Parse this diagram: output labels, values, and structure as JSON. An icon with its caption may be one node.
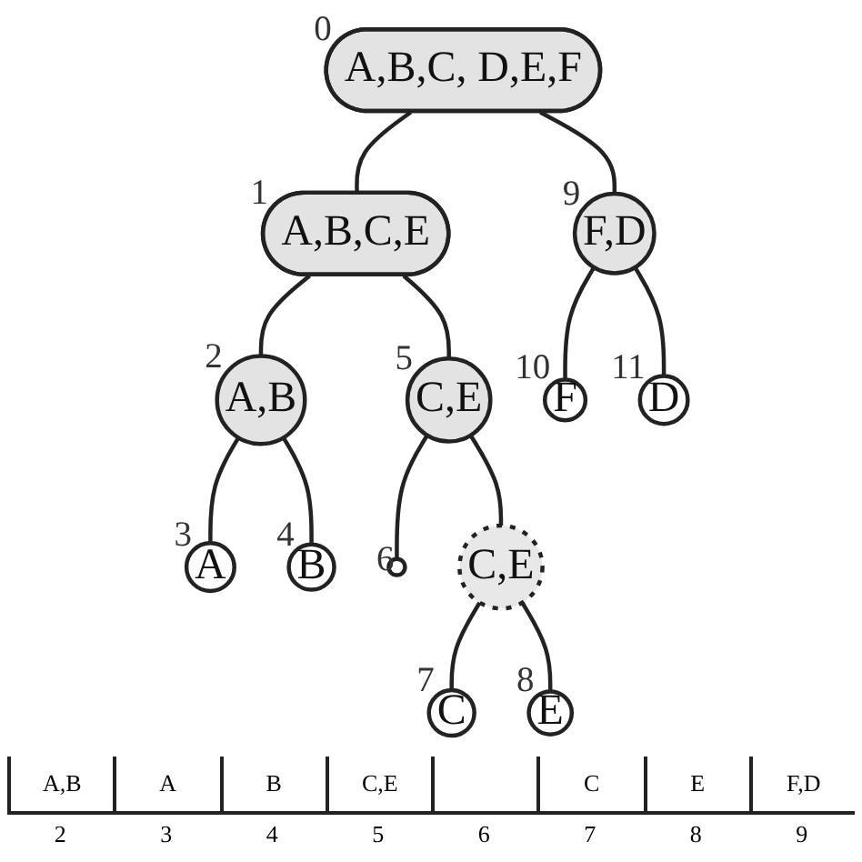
{
  "diagram": {
    "nodes": [
      {
        "text": [
          "A,B,C, D,E,F"
        ],
        "beside": [
          "0"
        ]
      },
      {
        "text": [
          "A,B,C,E"
        ],
        "beside": [
          "1"
        ]
      },
      {
        "text": [
          "A,B"
        ],
        "beside": [
          "2"
        ]
      },
      {
        "text": [
          "A"
        ],
        "beside": [
          "3"
        ]
      },
      {
        "text": [
          "B"
        ],
        "beside": [
          "4"
        ]
      },
      {
        "text": [
          "C,E"
        ],
        "beside": [
          "5"
        ]
      },
      {
        "text": [],
        "shape": "circle",
        "beside": [
          "6"
        ]
      },
      {
        "text": [
          "C,E"
        ]
      },
      {
        "text": [
          "C"
        ],
        "beside": [
          "7"
        ]
      },
      {
        "text": [
          "E"
        ],
        "beside": [
          "8"
        ]
      },
      {
        "text": [
          "F,D"
        ],
        "beside": [
          "9"
        ]
      },
      {
        "text": [
          "F"
        ],
        "beside": [
          "10"
        ]
      },
      {
        "text": [
          "D"
        ],
        "beside": [
          "11"
        ]
      }
    ],
    "edges": [
      {
        "from": 0,
        "to": 1,
        "arrow": "none"
      },
      {
        "from": 0,
        "to": 10,
        "arrow": "none"
      },
      {
        "from": 1,
        "to": 2,
        "arrow": "none"
      },
      {
        "from": 1,
        "to": 5,
        "arrow": "none"
      },
      {
        "from": 2,
        "to": 3,
        "arrow": "none"
      },
      {
        "from": 2,
        "to": 4,
        "arrow": "none"
      },
      {
        "from": 5,
        "to": 6,
        "arrow": "none"
      },
      {
        "from": 5,
        "to": 7,
        "arrow": "none"
      },
      {
        "from": 7,
        "to": 8,
        "arrow": "none"
      },
      {
        "from": 7,
        "to": 9,
        "arrow": "none"
      },
      {
        "from": 10,
        "to": 11,
        "arrow": "none"
      },
      {
        "from": 10,
        "to": 12,
        "arrow": "none"
      }
    ],
    "labels": [
      "A,B",
      "A",
      "B",
      "C,E",
      "C",
      "E",
      "F,D",
      "2",
      "3",
      "4",
      "5",
      "6",
      "7",
      "8",
      "9"
    ]
  }
}
